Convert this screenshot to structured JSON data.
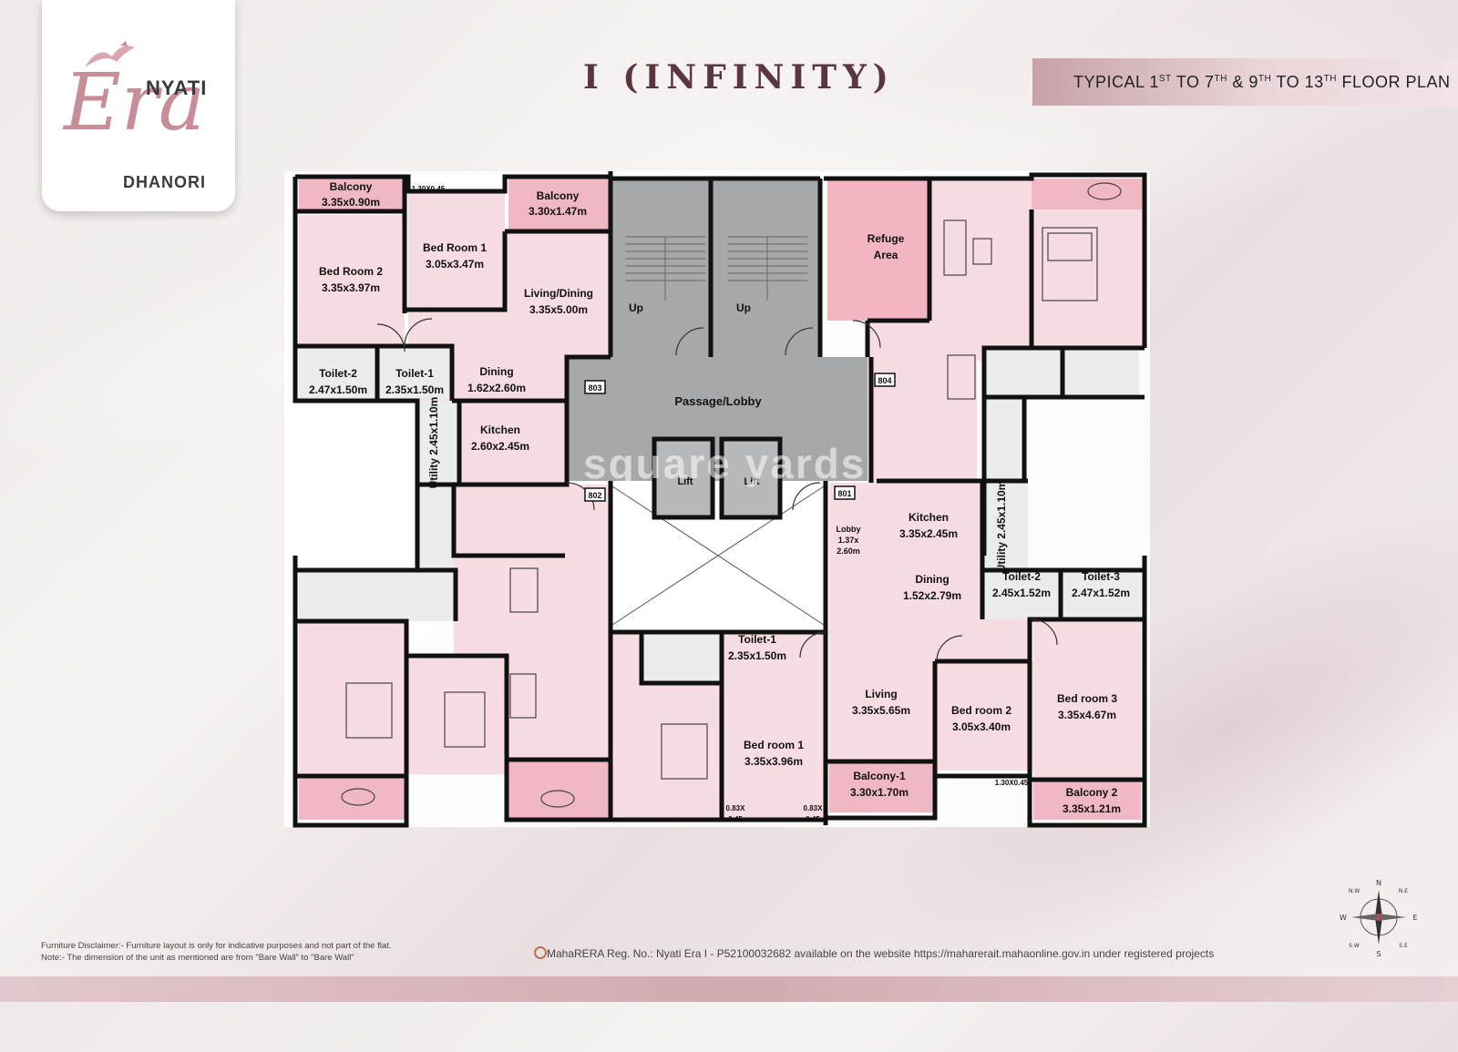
{
  "logo": {
    "brand": "NYATI",
    "name": "Era",
    "location": "DHANORI"
  },
  "title": "I (INFINITY)",
  "plan_banner": {
    "prefix": "TYPICAL 1",
    "sup1": "ST",
    "mid1": " TO 7",
    "sup2": "TH",
    "mid2": " & 9",
    "sup3": "TH",
    "mid3": " TO 13",
    "sup4": "TH",
    "suffix": " FLOOR PLAN"
  },
  "rooms": {
    "balcony_tl_name": "Balcony",
    "balcony_tl_size": "3.35x0.90m",
    "window_tl": "1.30X0.45",
    "balcony_tc_name": "Balcony",
    "balcony_tc_size": "3.30x1.47m",
    "bed1_name": "Bed Room 1",
    "bed1_size": "3.05x3.47m",
    "bed2_name": "Bed Room 2",
    "bed2_size": "3.35x3.97m",
    "living_tl_name": "Living/Dining",
    "living_tl_size": "3.35x5.00m",
    "toilet2_tl_name": "Toilet-2",
    "toilet2_tl_size": "2.47x1.50m",
    "toilet1_tl_name": "Toilet-1",
    "toilet1_tl_size": "2.35x1.50m",
    "dining_tl_name": "Dining",
    "dining_tl_size": "1.62x2.60m",
    "utility_tl": "Utility 2.45x1.10m",
    "kitchen_tl_name": "Kitchen",
    "kitchen_tl_size": "2.60x2.45m",
    "up1": "Up",
    "up2": "Up",
    "refuge_1": "Refuge",
    "refuge_2": "Area",
    "passage": "Passage/Lobby",
    "lift1": "Lift",
    "lift2": "Lift",
    "lobby_1": "Lobby",
    "lobby_2": "1.37x",
    "lobby_3": "2.60m",
    "kitchen_r_name": "Kitchen",
    "kitchen_r_size": "3.35x2.45m",
    "utility_r": "Utility 2.45x1.10m",
    "dining_r_name": "Dining",
    "dining_r_size": "1.52x2.79m",
    "toilet2_r_name": "Toilet-2",
    "toilet2_r_size": "2.45x1.52m",
    "toilet3_r_name": "Toilet-3",
    "toilet3_r_size": "2.47x1.52m",
    "toilet1_b_name": "Toilet-1",
    "toilet1_b_size": "2.35x1.50m",
    "living_r_name": "Living",
    "living_r_size": "3.35x5.65m",
    "bedroom2_r_name": "Bed room 2",
    "bedroom2_r_size": "3.05x3.40m",
    "bedroom3_r_name": "Bed room 3",
    "bedroom3_r_size": "3.35x4.67m",
    "bedroom1_b_name": "Bed room 1",
    "bedroom1_b_size": "3.35x3.96m",
    "balcony1_b_name": "Balcony-1",
    "balcony1_b_size": "3.30x1.70m",
    "window_br": "1.30X0.45",
    "balcony2_b_name": "Balcony 2",
    "balcony2_b_size": "3.35x1.21m",
    "win_small_1a": "0.83X",
    "win_small_1b": "0.45",
    "win_small_2a": "0.83X",
    "win_small_2b": "0.45"
  },
  "units": {
    "u803": "803",
    "u804": "804",
    "u802": "802",
    "u801": "801"
  },
  "disclaimer": {
    "line1": "Furniture Disclaimer:- Furniture layout is only for indicative purposes and not part of the flat.",
    "line2": "Note:- The dimension of the unit as mentioned are from \"Bare Wall\" to \"Bare Wall\""
  },
  "rera": "MahaRERA Reg. No.: Nyati Era I - P52100032682 available on the website https://maharerait.mahaonline.gov.in under registered projects",
  "compass": {
    "n": "N",
    "e": "E",
    "s": "S",
    "w": "W",
    "ne": "N.E",
    "se": "S.E",
    "sw": "S.W",
    "nw": "N.W"
  },
  "watermark": "square yards",
  "colors": {
    "room_pink": "#f7dde3",
    "balcony_pink": "#f0b8c4",
    "refuge_pink": "#f2b5c1",
    "core_grey": "#a7a8aa",
    "wall": "#111111"
  }
}
